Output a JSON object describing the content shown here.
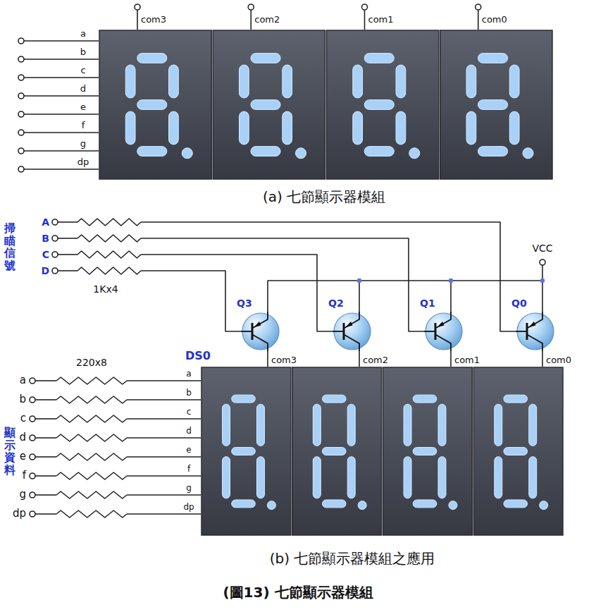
{
  "diagram": {
    "caption": "(圖13) 七節顯示器模組",
    "nodes": [
      {
        "text": [
          "Q3"
        ]
      },
      {
        "text": [
          "Q2"
        ]
      },
      {
        "text": [
          "Q1"
        ]
      },
      {
        "text": [
          "Q0"
        ]
      },
      {
        "text": [
          "DS0"
        ]
      }
    ],
    "edges": [
      {
        "from": 0,
        "to": 4,
        "label": "com3",
        "arrow": "none"
      },
      {
        "from": 1,
        "to": 4,
        "label": "com2",
        "arrow": "none"
      },
      {
        "from": 2,
        "to": 4,
        "label": "com1",
        "arrow": "none"
      },
      {
        "from": 3,
        "to": 4,
        "label": "com0",
        "arrow": "none"
      }
    ],
    "labels": [
      "com3",
      "com2",
      "com1",
      "com0",
      "a",
      "b",
      "c",
      "d",
      "e",
      "f",
      "g",
      "dp",
      "(a) 七節顯示器模組",
      "掃瞄信號",
      "A",
      "B",
      "C",
      "D",
      "1Kx4",
      "VCC",
      "220x8",
      "顯示資料",
      "a",
      "b",
      "c",
      "d",
      "e",
      "f",
      "g",
      "dp",
      "a",
      "b",
      "c",
      "d",
      "e",
      "f",
      "g",
      "dp",
      "(b) 七節顯示器模組之應用"
    ]
  }
}
